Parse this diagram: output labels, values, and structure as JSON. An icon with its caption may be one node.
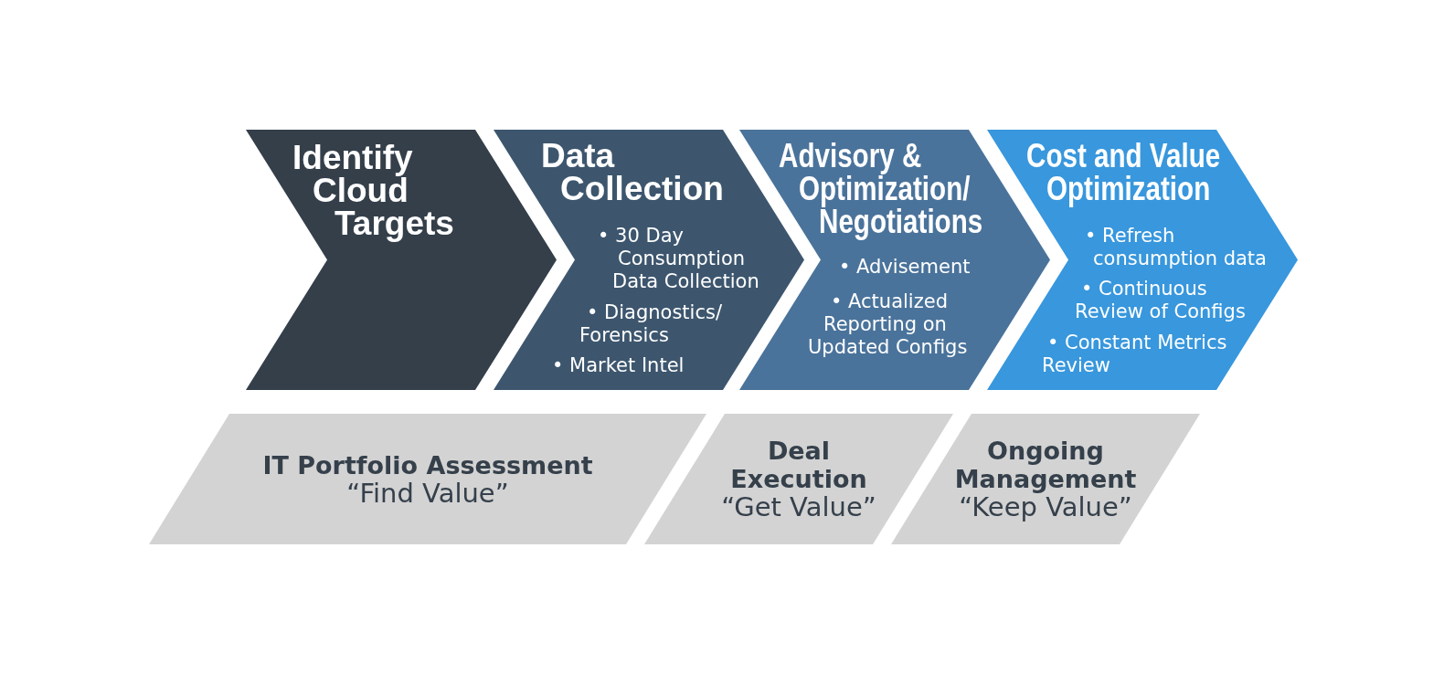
{
  "diagram": {
    "nodes": [
      {
        "text": [
          "Identify Cloud Targets"
        ]
      },
      {
        "text": [
          "Data Collection",
          "• 30 Day Consumption Data Collection",
          "• Diagnostics/ Forensics",
          "• Market Intel"
        ]
      },
      {
        "text": [
          "Advisory & Optimization/ Negotiations",
          "• Advisement",
          "• Actualized Reporting on Updated Configs"
        ]
      },
      {
        "text": [
          "Cost and Value Optimization",
          "• Refresh consumption data",
          "• Continuous Review of Configs",
          "• Constant Metrics Review"
        ]
      },
      {
        "text": [
          "IT Portfolio Assessment",
          "“Find Value”"
        ]
      },
      {
        "text": [
          "Deal Execution",
          "“Get Value”"
        ]
      },
      {
        "text": [
          "Ongoing Management",
          "“Keep Value”"
        ]
      }
    ]
  }
}
